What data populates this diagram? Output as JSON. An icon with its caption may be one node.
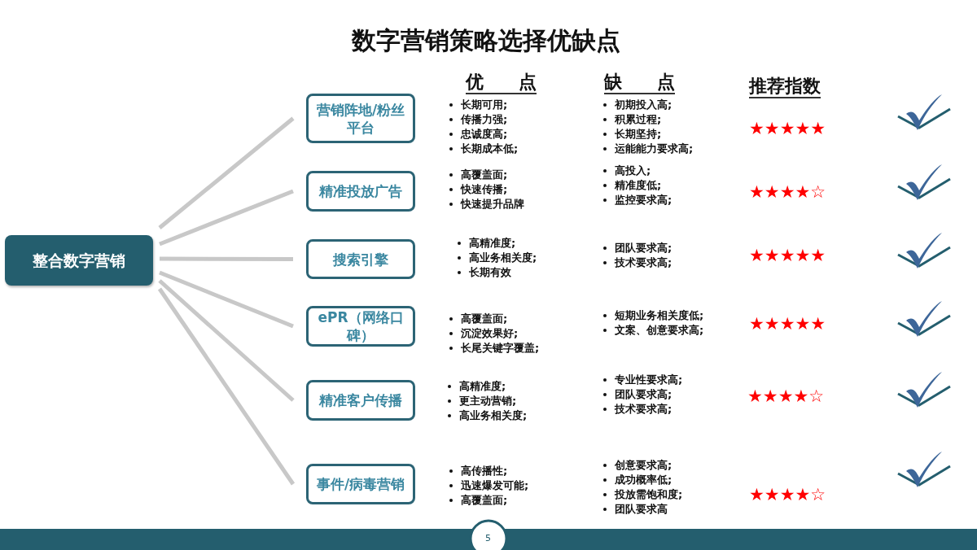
{
  "diagram": {
    "title": "数字营销策略选择优缺点",
    "nodes": [
      {
        "text": [
          "整合数字营销"
        ]
      },
      {
        "text": [
          "营销阵地/粉丝平台"
        ]
      },
      {
        "text": [
          "精准投放广告"
        ]
      },
      {
        "text": [
          "搜索引擎"
        ]
      },
      {
        "text": [
          "ePR（网络口碑）"
        ]
      },
      {
        "text": [
          "精准客户传播"
        ]
      },
      {
        "text": [
          "事件/病毒营销"
        ]
      }
    ],
    "edges": [
      {
        "from": 0,
        "to": 1,
        "arrow": "none"
      },
      {
        "from": 0,
        "to": 2,
        "arrow": "none"
      },
      {
        "from": 0,
        "to": 3,
        "arrow": "none"
      },
      {
        "from": 0,
        "to": 4,
        "arrow": "none"
      },
      {
        "from": 0,
        "to": 5,
        "arrow": "none"
      },
      {
        "from": 0,
        "to": 6,
        "arrow": "none"
      }
    ],
    "labels": [
      "优 点",
      "缺 点",
      "推荐指数",
      "长期可用;",
      "传播力强;",
      "忠诚度高;",
      "长期成本低;",
      "初期投入高;",
      "积累过程;",
      "长期坚持;",
      "运能能力要求高;",
      "★★★★★",
      "高覆盖面;",
      "快速传播;",
      "快速提升品牌",
      "高投入;",
      "精准度低;",
      "监控要求高;",
      "★★★★☆",
      "高精准度;",
      "高业务相关度;",
      "长期有效",
      "团队要求高;",
      "技术要求高;",
      "★★★★★",
      "高覆盖面;",
      "沉淀效果好;",
      "长尾关键字覆盖;",
      "短期业务相关度低;",
      "文案、创意要求高;",
      "★★★★★",
      "高精准度;",
      "更主动营销;",
      "高业务相关度;",
      "专业性要求高;",
      "团队要求高;",
      "技术要求高;",
      "★★★★☆",
      "高传播性;",
      "迅速爆发可能;",
      "高覆盖面;",
      "创意要求高;",
      "成功概率低;",
      "投放需饱和度;",
      "团队要求高",
      "★★★★☆",
      "5"
    ]
  }
}
